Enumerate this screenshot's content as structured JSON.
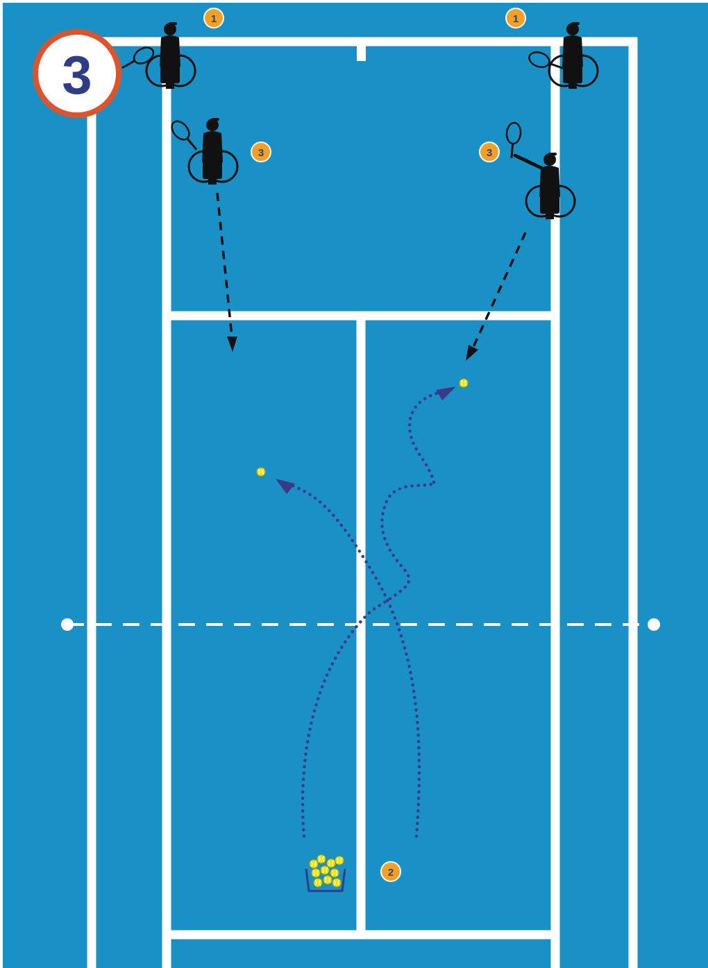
{
  "step": {
    "number": "3"
  },
  "markers": [
    {
      "id": "top-left-player",
      "label": "1"
    },
    {
      "id": "top-right-player",
      "label": "1"
    },
    {
      "id": "left-returner",
      "label": "3"
    },
    {
      "id": "right-returner",
      "label": "3"
    },
    {
      "id": "feeder",
      "label": "2"
    }
  ],
  "colors": {
    "court": "#1a91c6",
    "lines": "#ffffff",
    "step_ring": "#e0522a",
    "step_text": "#2f3c86",
    "marker_fill": "#f3a125",
    "marker_text": "#2f3c86",
    "ball_path": "#3a3a86",
    "movement": "#111111",
    "ball": "#f2e400"
  },
  "icons": [
    "wheelchair-player-icon",
    "ball-basket-icon",
    "tennis-ball-icon",
    "arrowhead-icon"
  ]
}
